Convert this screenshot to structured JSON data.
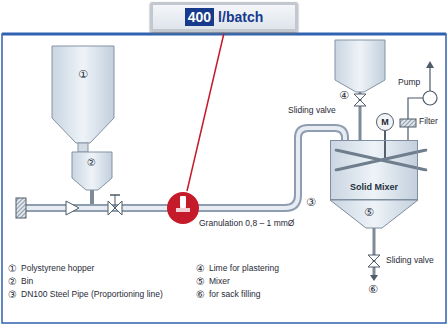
{
  "diagram": {
    "nodes": [
      {
        "text": [
          "400",
          "l/batch"
        ]
      },
      {
        "text": [
          "M"
        ]
      },
      {
        "text": [
          "Solid Mixer"
        ]
      }
    ],
    "edges": [
      {
        "from": 1,
        "to": 2,
        "arrow": "none"
      }
    ],
    "labels": [
      "①",
      "②",
      "③",
      "Granulation 0,8 – 1 mmØ",
      "④",
      "Sliding valve",
      "Pump",
      "Filter",
      "⑤",
      "Sliding valve",
      "⑥",
      "①",
      "Polystyrene hopper",
      "②",
      "Bin",
      "③",
      "DN100 Steel Pipe (Proportioning line)",
      "④",
      "Lime for plastering",
      "⑤",
      "Mixer",
      "⑥",
      "for sack filling"
    ]
  }
}
